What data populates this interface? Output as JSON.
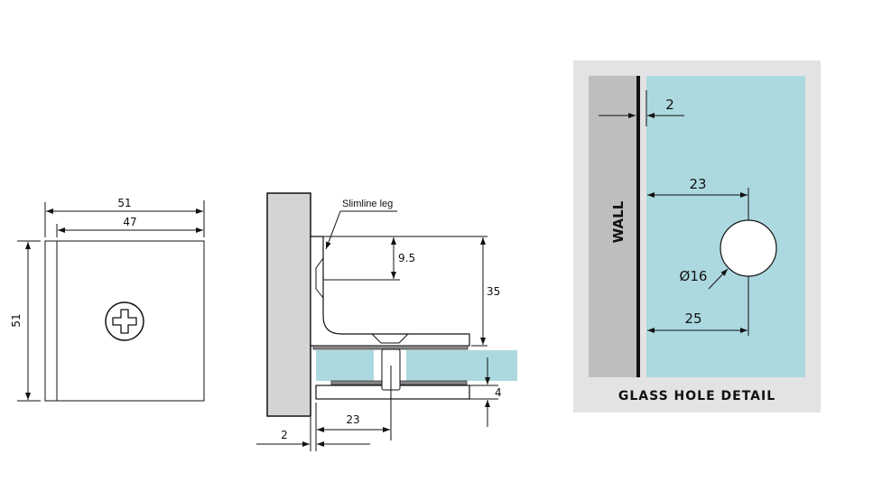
{
  "front_view": {
    "width_outer": "51",
    "width_inner": "47",
    "height": "51"
  },
  "side_view": {
    "callout": "Slimline leg",
    "dim_leg_offset": "9.5",
    "dim_height": "35",
    "dim_glass_gap": "4",
    "dim_hole_center": "23",
    "dim_wall_gap": "2"
  },
  "hole_detail": {
    "wall_label": "WALL",
    "dim_wall_gap": "2",
    "dim_to_center": "23",
    "dim_diameter": "Ø16",
    "dim_to_center_lower": "25",
    "caption": "GLASS HOLE DETAIL"
  },
  "colors": {
    "glass": "#acd9df",
    "wall": "#bebebe",
    "panel": "#e3e3e3"
  }
}
